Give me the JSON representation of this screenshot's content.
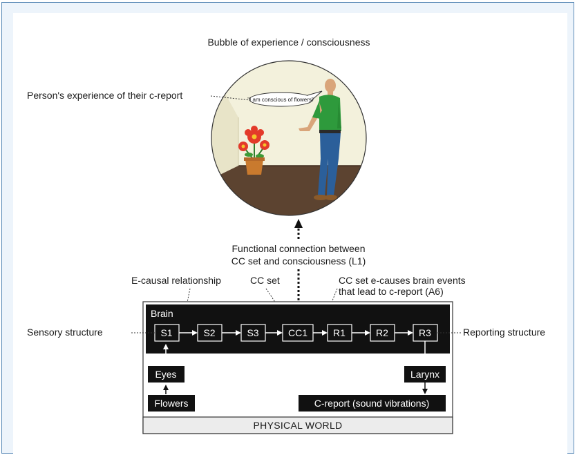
{
  "title": "Bubble of experience / consciousness",
  "labels": {
    "person_experience": "Person's experience of their c-report",
    "speech": "\"I am conscious of flowers\"",
    "functional_connection_1": "Functional connection between",
    "functional_connection_2": "CC set and consciousness (L1)",
    "e_causal": "E-causal relationship",
    "cc_set": "CC set",
    "cc_causes_1": "CC set e-causes brain events",
    "cc_causes_2": "that lead to c-report (A6)",
    "sensory": "Sensory structure",
    "reporting": "Reporting structure"
  },
  "brain": {
    "label": "Brain",
    "nodes": [
      "S1",
      "S2",
      "S3",
      "CC1",
      "R1",
      "R2",
      "R3"
    ]
  },
  "inputs": {
    "eyes": "Eyes",
    "flowers": "Flowers"
  },
  "outputs": {
    "larynx": "Larynx",
    "c_report": "C-report (sound vibrations)"
  },
  "world": "PHYSICAL WORLD",
  "colors": {
    "frame": "#5a8ab7",
    "background": "#edf4fb",
    "box": "#111111",
    "wall": "#f3f1dc",
    "floor": "#5c4330",
    "shirt": "#2e9a3c",
    "jeans": "#2b5f9a",
    "flower": "#e33a2a"
  }
}
